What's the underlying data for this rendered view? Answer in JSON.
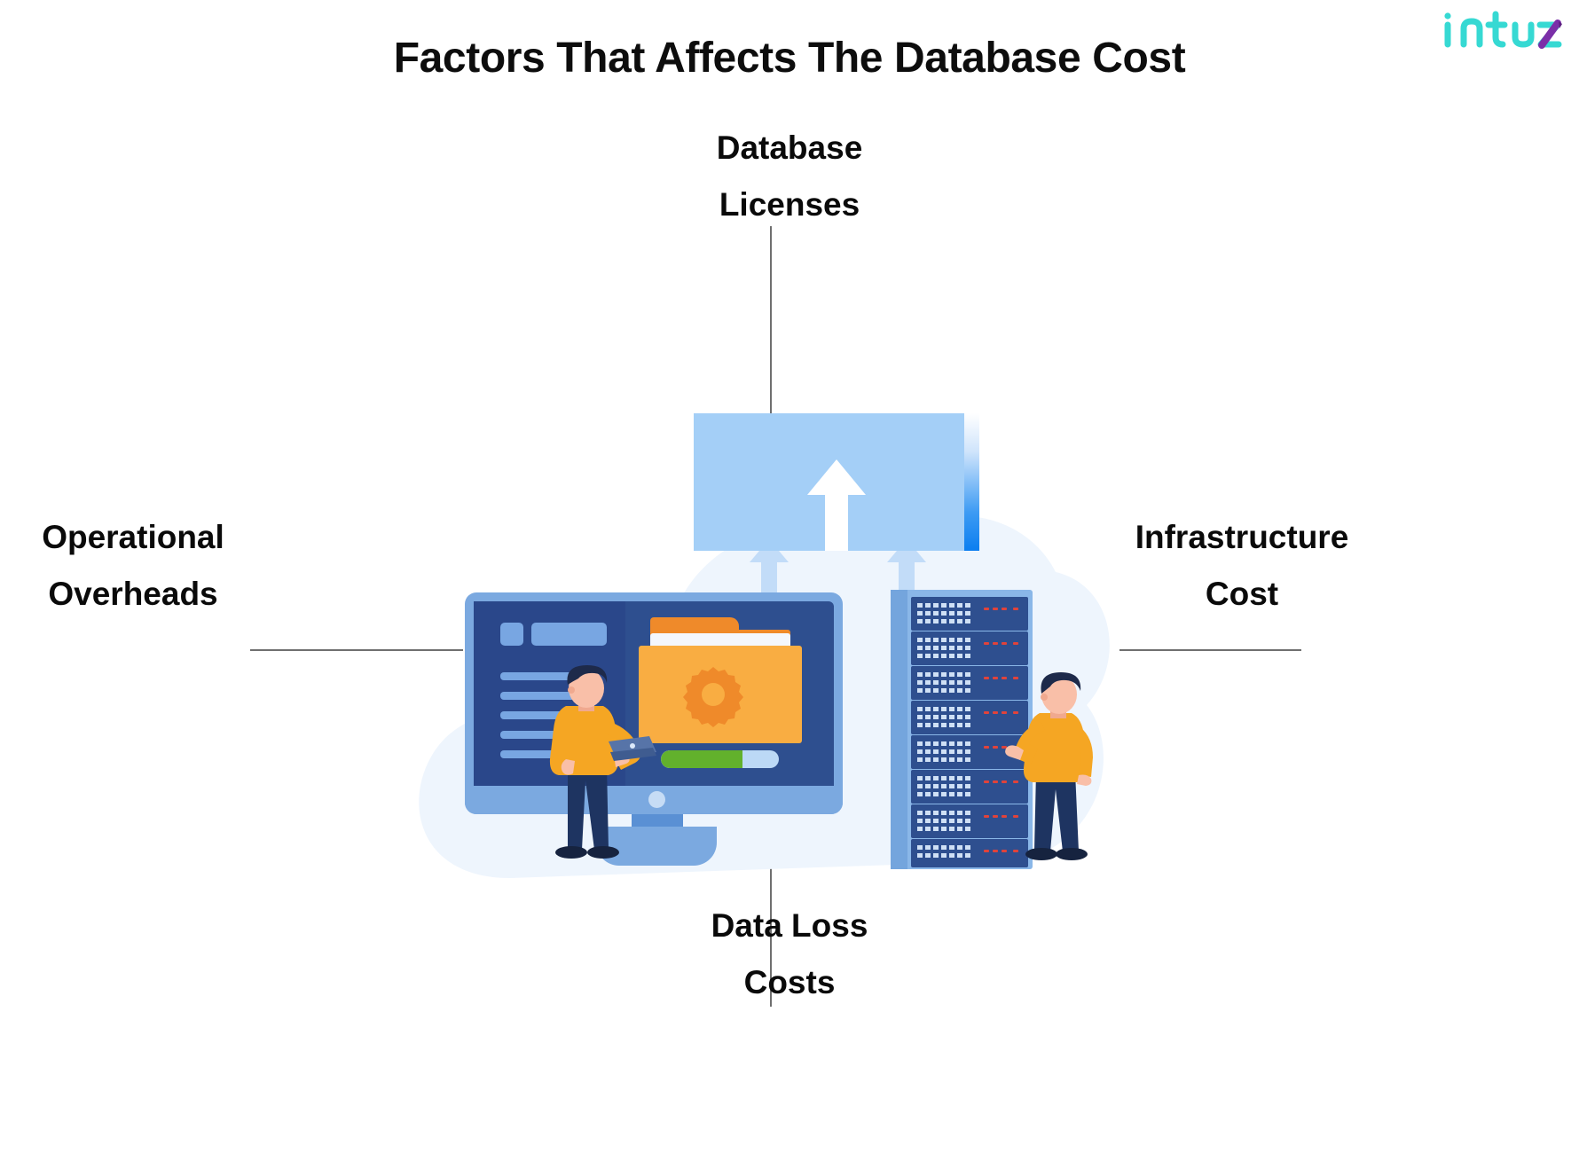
{
  "page": {
    "title": "Factors That Affects The Database Cost",
    "background_color": "#ffffff"
  },
  "logo": {
    "name": "intuz",
    "text": "intuz",
    "primary_color": "#36D9D3",
    "accent_color": "#7B2FA8"
  },
  "labels": {
    "top": {
      "line1": "Database",
      "line2": "Licenses"
    },
    "right": {
      "line1": "Infrastructure",
      "line2": "Cost"
    },
    "bottom": {
      "line1": "Data Loss",
      "line2": "Costs"
    },
    "left": {
      "line1": "Operational",
      "line2": "Overheads"
    }
  },
  "connectors": {
    "color": "#6f6f6f",
    "count": 4
  },
  "illustration": {
    "cloud_color": "#eef5fd",
    "upload_panel": {
      "name": "upload-panel",
      "fill": "#a4cff7",
      "arrow_color": "#ffffff",
      "strip_gradient_from": "#ffffff",
      "strip_gradient_to": "#0b7ef0"
    },
    "feeder_arrows": {
      "count": 2,
      "color": "#c2dcf8"
    },
    "monitor": {
      "name": "desktop-monitor",
      "frame_color": "#7ba9e0",
      "screen_color": "#2e4f8f",
      "sidebar_color": "#2a478a",
      "accent_color": "#78a6e2",
      "power_dot_color": "#c6dcf5",
      "sidebar_rows": 5
    },
    "folder": {
      "name": "settings-folder",
      "body_color": "#f9ad42",
      "tab_color": "#ef8a2a",
      "paper_color": "#f4f7fd",
      "icon": "gear-icon"
    },
    "progress_bar": {
      "name": "upload-progress-bar",
      "fill_color": "#62b12c",
      "track_color": "#bcd9f6",
      "percent": 69
    },
    "server_rack": {
      "name": "server-rack",
      "frame_color": "#8ab7e8",
      "unit_color": "#2e4f8f",
      "led_color": "#e0433b",
      "unit_count": 8
    },
    "person_left": {
      "name": "person-with-laptop",
      "shirt_color": "#f5a623",
      "pants_color": "#1e3461",
      "hair_color": "#1e2a4a",
      "skin_color": "#f9bfa8",
      "laptop_color": "#5774a8"
    },
    "person_right": {
      "name": "person-at-server-rack",
      "shirt_color": "#f5a623",
      "pants_color": "#1e3461",
      "hair_color": "#1e2a4a",
      "skin_color": "#f9bfa8"
    }
  }
}
